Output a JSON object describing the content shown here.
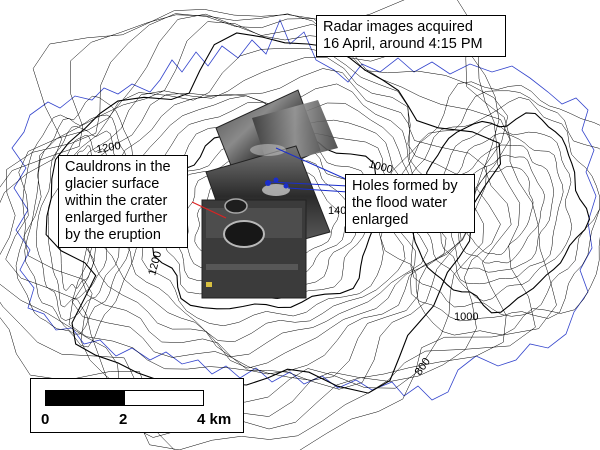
{
  "callouts": {
    "radar": [
      "Radar images acquired",
      "16 April, around 4:15 PM"
    ],
    "cauldrons": [
      "Cauldrons in the",
      "glacier surface",
      "within the crater",
      "enlarged further",
      "by the eruption"
    ],
    "holes": [
      "Holes formed by",
      "the flood water",
      "enlarged"
    ]
  },
  "contour_labels": {
    "c1200_north": "1200",
    "c1200_west": "1200",
    "c1000_north": "1000",
    "c1000_east": "1000",
    "c800": "800",
    "c1400": "140"
  },
  "scale_bar": {
    "labels": [
      "0",
      "2",
      "4 km"
    ],
    "segments": [
      "black",
      "white"
    ]
  },
  "colors": {
    "outline": "#3344cc",
    "contour": "#000000",
    "pointer_red": "#dd2222",
    "pointer_blue": "#1a2ecc"
  }
}
